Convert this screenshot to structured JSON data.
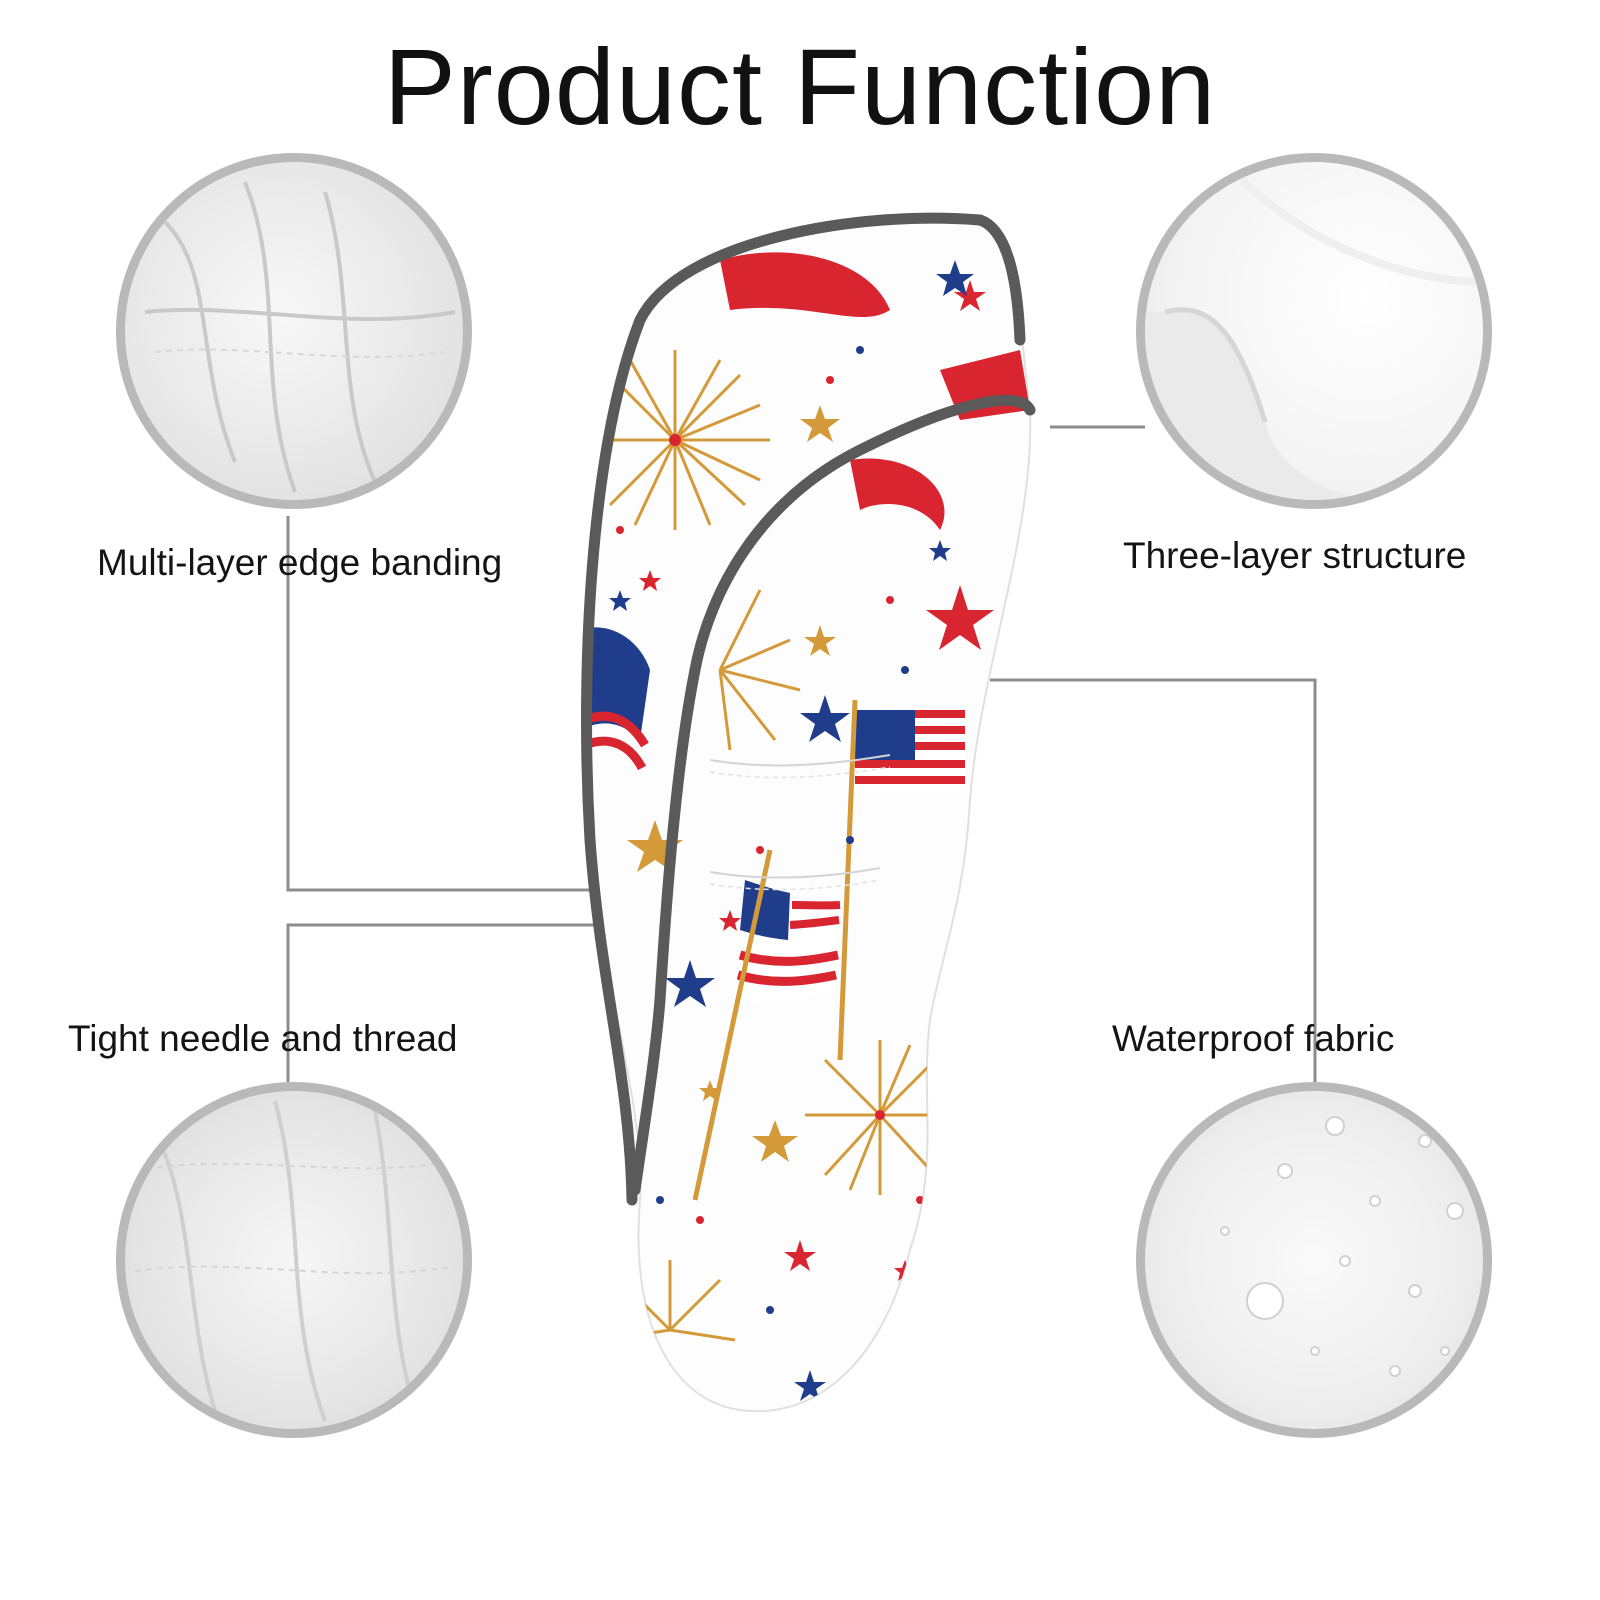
{
  "title": "Product Function",
  "features": {
    "edge_banding": "Multi-layer edge banding",
    "structure": "Three-layer structure",
    "stitching": "Tight needle and thread",
    "fabric": "Waterproof fabric"
  },
  "colors": {
    "flag_red": "#d9252f",
    "flag_blue": "#1f3d8a",
    "firework_gold": "#d49a3a",
    "trim_gray": "#5a5a5a",
    "circle_border": "#b9b9b9",
    "leader_line": "#8c8c8c"
  },
  "product": {
    "item": "golf club head cover",
    "pattern": "american flags, fireworks and stars"
  }
}
